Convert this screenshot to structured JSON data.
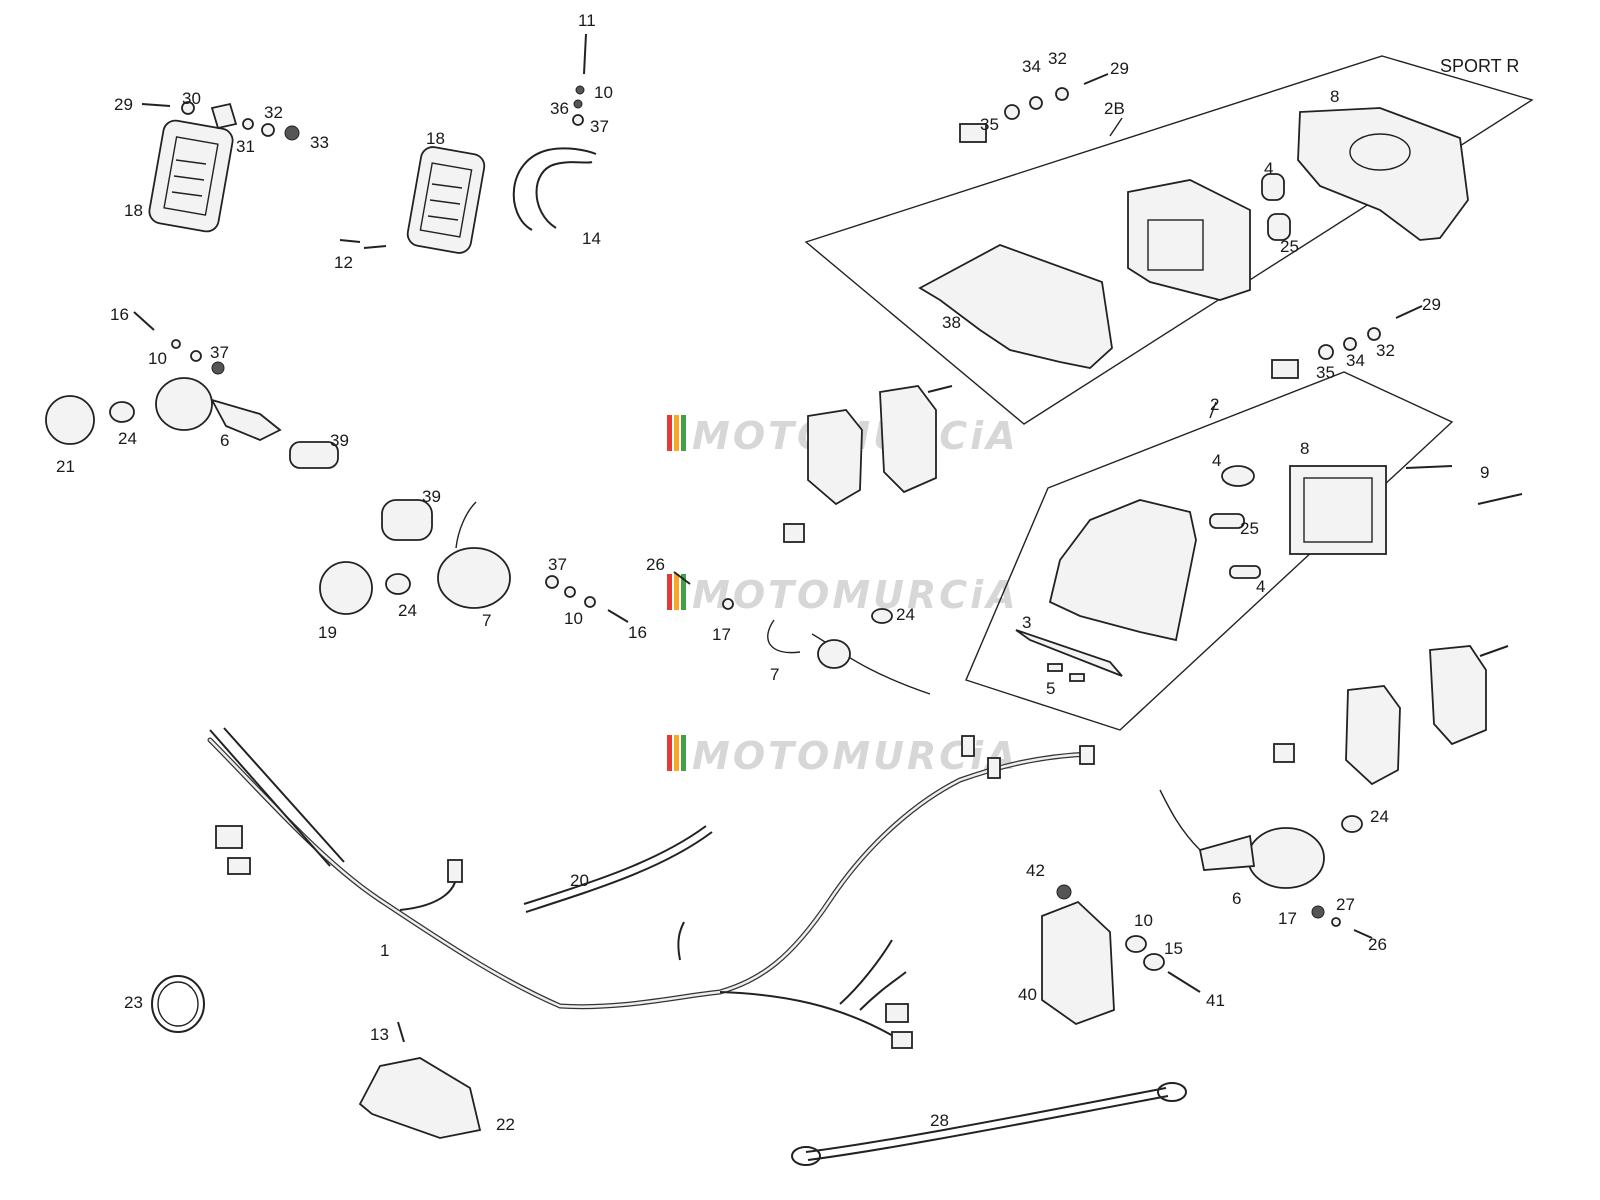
{
  "panel": {
    "sport_r": "SPORT R"
  },
  "watermark": {
    "text": "MOTOMURCiA",
    "stripe_colors": [
      "#e53935",
      "#f9a825",
      "#43a047"
    ]
  },
  "labels": {
    "l1": "1",
    "l2": "2",
    "l2b": "2B",
    "l3": "3",
    "l4a": "4",
    "l4b": "4",
    "l4c": "4",
    "l5": "5",
    "l6a": "6",
    "l6b": "6",
    "l7a": "7",
    "l7b": "7",
    "l8a": "8",
    "l8b": "8",
    "l9": "9",
    "l10a": "10",
    "l10b": "10",
    "l10c": "10",
    "l10d": "10",
    "l11": "11",
    "l12": "12",
    "l13": "13",
    "l14": "14",
    "l15": "15",
    "l16a": "16",
    "l16b": "16",
    "l17a": "17",
    "l17b": "17",
    "l18a": "18",
    "l18b": "18",
    "l19": "19",
    "l20": "20",
    "l21": "21",
    "l22": "22",
    "l23": "23",
    "l24a": "24",
    "l24b": "24",
    "l24c": "24",
    "l24d": "24",
    "l25a": "25",
    "l25b": "25",
    "l26a": "26",
    "l26b": "26",
    "l27": "27",
    "l28": "28",
    "l29a": "29",
    "l29b": "29",
    "l29c": "29",
    "l30": "30",
    "l31": "31",
    "l32a": "32",
    "l32b": "32",
    "l32c": "32",
    "l33": "33",
    "l34a": "34",
    "l34b": "34",
    "l35a": "35",
    "l35b": "35",
    "l36": "36",
    "l37a": "37",
    "l37b": "37",
    "l37c": "37",
    "l38": "38",
    "l39a": "39",
    "l39b": "39",
    "l40": "40",
    "l41": "41",
    "l42": "42"
  }
}
